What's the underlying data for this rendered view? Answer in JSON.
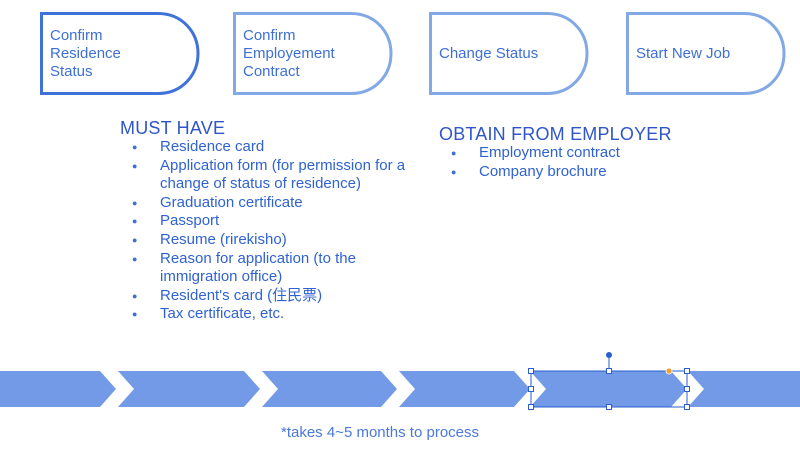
{
  "steps": [
    {
      "label": "Confirm\nResidence\nStatus"
    },
    {
      "label": "Confirm\nEmployement\nContract"
    },
    {
      "label": "Change Status"
    },
    {
      "label": "Start New Job"
    }
  ],
  "must_have": {
    "title": "MUST HAVE",
    "items": [
      "Residence card",
      "Application form (for permission for a change of status of residence)",
      "Graduation certificate",
      "Passport",
      "Resume (rirekisho)",
      "Reason for application (to the immigration office)",
      "Resident's card (住民票)",
      "Tax certificate,  etc."
    ]
  },
  "employer": {
    "title": "OBTAIN FROM EMPLOYER",
    "items": [
      "Employment contract",
      "Company brochure"
    ]
  },
  "timeline": {
    "segments": 6,
    "selected_index": 4
  },
  "footnote": "*takes 4~5 months to process",
  "colors": {
    "step_border_dark": "#3f73da",
    "step_border_light": "#82a9e6",
    "arrow_fill": "#739ae6",
    "text": "#2f55c8",
    "handle": "#2a5fd0",
    "rotate_handle": "#f0a030"
  }
}
